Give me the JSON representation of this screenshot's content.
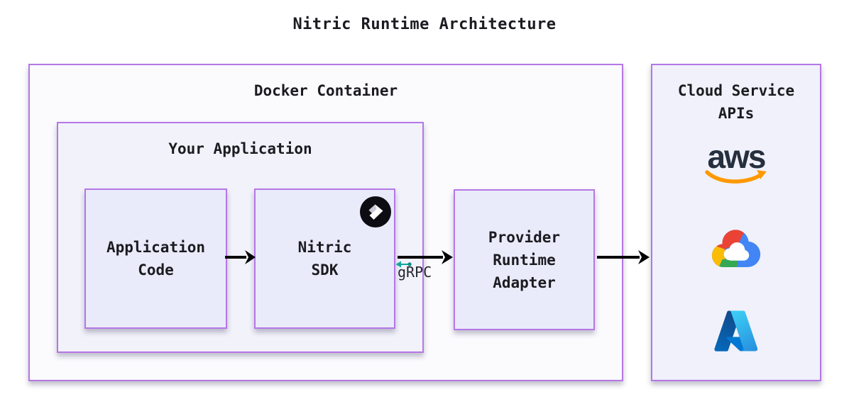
{
  "title": "Nitric Runtime Architecture",
  "docker_container": {
    "label": "Docker Container"
  },
  "your_application": {
    "label": "Your Application"
  },
  "application_code": {
    "lines": [
      "Application",
      "Code"
    ]
  },
  "nitric_sdk": {
    "lines": [
      "Nitric",
      "SDK"
    ],
    "badge_icon": "nitric-logo"
  },
  "provider_runtime_adapter": {
    "lines": [
      "Provider",
      "Runtime",
      "Adapter"
    ]
  },
  "grpc": {
    "label": "gRPC"
  },
  "cloud_service_apis": {
    "lines": [
      "Cloud Service",
      "APIs"
    ],
    "providers": [
      {
        "name": "aws",
        "wordmark": "aws"
      },
      {
        "name": "google-cloud"
      },
      {
        "name": "azure"
      }
    ]
  },
  "colors": {
    "box_border_purple": "#b577e6",
    "docker_bg": "#fbfbfe",
    "your_application_bg": "#f2f2fb",
    "inner_box_bg": "#e9ebfa",
    "cloud_box_bg": "#f0f1fa",
    "text": "#1b1b20",
    "arrow_black": "#000000",
    "grpc_teal": "#12a79d",
    "nitric_black": "#0c0c12",
    "aws_navy": "#252f3e",
    "aws_orange": "#ff9900",
    "google_red": "#ea4335",
    "google_blue": "#4285f4",
    "google_yellow": "#fbbc05",
    "google_green": "#34a853",
    "azure_dark_blue": "#114a8b",
    "azure_light_blue": "#3ccbf4"
  }
}
